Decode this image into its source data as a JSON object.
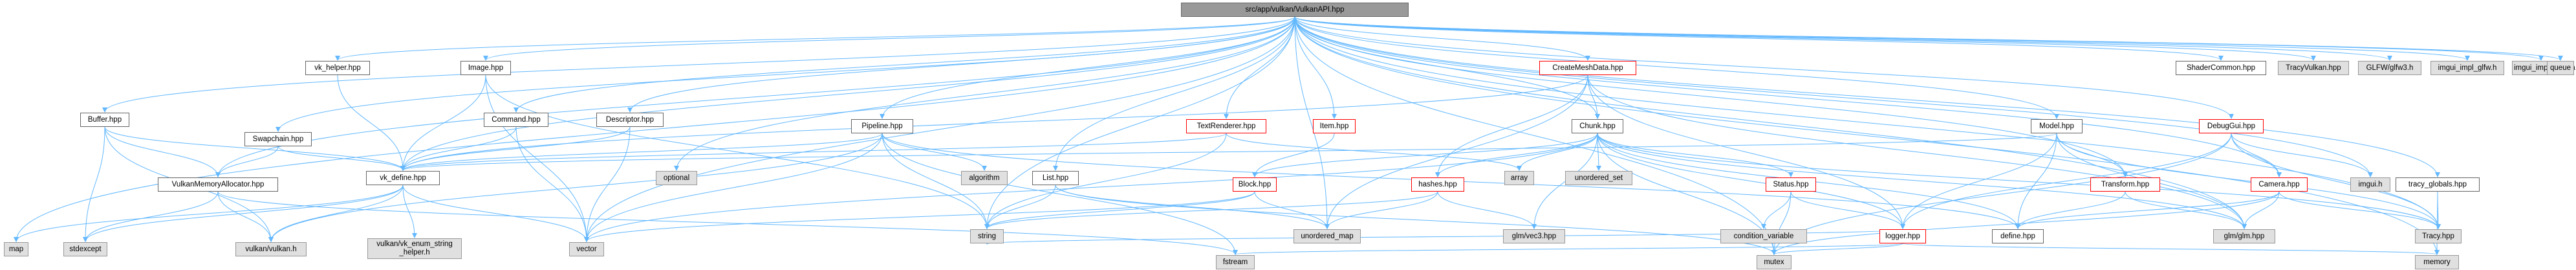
{
  "graph": {
    "edge_color": "#63b8ff",
    "root": {
      "label": "src/app/vulkan/VulkanAPI.hpp"
    },
    "nodes": {
      "map": "map",
      "buffer": "Buffer.hpp",
      "stdexcept": "stdexcept",
      "vma": "VulkanMemoryAllocator.hpp",
      "vk_helper": "vk_helper.hpp",
      "swapchain": "Swapchain.hpp",
      "vulkan_h": "vulkan/vulkan.h",
      "image": "Image.hpp",
      "command": "Command.hpp",
      "descriptor": "Descriptor.hpp",
      "vk_define": "vk_define.hpp",
      "vk_enum": "vulkan/vk_enum_string\n_helper.h",
      "vector": "vector",
      "optional": "optional",
      "pipeline": "Pipeline.hpp",
      "algorithm": "algorithm",
      "list": "List.hpp",
      "string": "string",
      "fstream": "fstream",
      "textrenderer": "TextRenderer.hpp",
      "item": "Item.hpp",
      "createmesh": "CreateMeshData.hpp",
      "chunk": "Chunk.hpp",
      "block": "Block.hpp",
      "hashes": "hashes.hpp",
      "unordered_map": "unordered_map",
      "array": "array",
      "unordered_set": "unordered_set",
      "glm_vec3": "glm/vec3.hpp",
      "status": "Status.hpp",
      "condition_variable": "condition_variable",
      "logger": "logger.hpp",
      "mutex": "mutex",
      "define": "define.hpp",
      "model": "Model.hpp",
      "transform": "Transform.hpp",
      "glm_glm": "glm/glm.hpp",
      "debuggui": "DebugGui.hpp",
      "camera": "Camera.hpp",
      "imgui_h": "imgui.h",
      "shadercommon": "ShaderCommon.hpp",
      "tracy_globals": "tracy_globals.hpp",
      "tracy_hpp": "Tracy.hpp",
      "memory": "memory",
      "tracyvulkan": "TracyVulkan.hpp",
      "glfw": "GLFW/glfw3.h",
      "imgui_glfw": "imgui_impl_glfw.h",
      "imgui_vulkan": "imgui_impl_vulkan.h",
      "queue": "queue"
    }
  }
}
